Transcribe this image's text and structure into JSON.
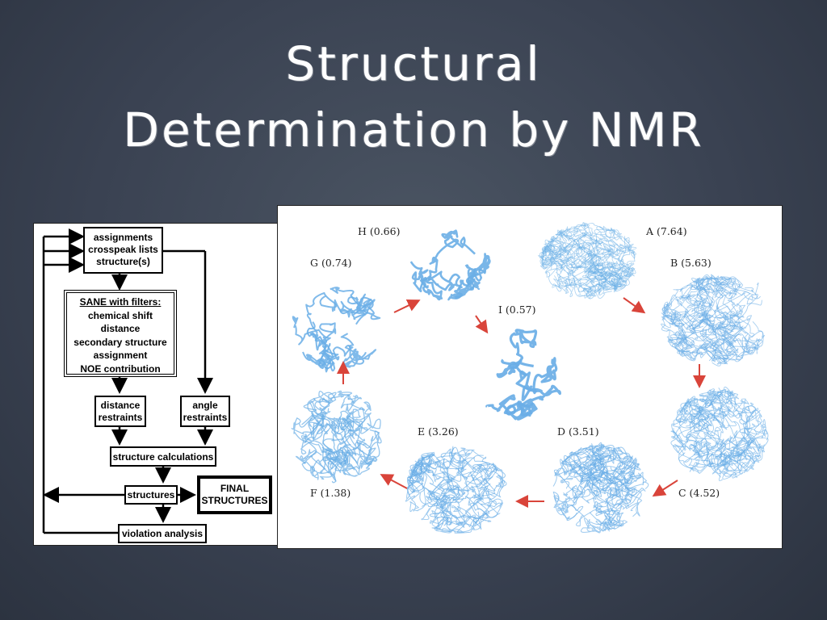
{
  "slide": {
    "title_line1": "Structural",
    "title_line2": "Determination by NMR"
  },
  "flowchart": {
    "input_box": [
      "assignments",
      "crosspeak lists",
      "structure(s)"
    ],
    "sane_box": {
      "heading": "SANE with filters:",
      "lines": [
        "chemical shift",
        "distance",
        "secondary structure",
        "assignment",
        "NOE contribution"
      ]
    },
    "distance_box": [
      "distance",
      "restraints"
    ],
    "angle_box": [
      "angle",
      "restraints"
    ],
    "structure_calc": "structure calculations",
    "structures": "structures",
    "final_box": [
      "FINAL",
      "STRUCTURES"
    ],
    "violation": "violation analysis"
  },
  "ensemble_figure": {
    "labels": [
      {
        "id": "A",
        "text": "A (7.64)"
      },
      {
        "id": "B",
        "text": "B (5.63)"
      },
      {
        "id": "C",
        "text": "C (4.52)"
      },
      {
        "id": "D",
        "text": "D (3.51)"
      },
      {
        "id": "E",
        "text": "E (3.26)"
      },
      {
        "id": "F",
        "text": "F (1.38)"
      },
      {
        "id": "G",
        "text": "G (0.74)"
      },
      {
        "id": "H",
        "text": "H (0.66)"
      },
      {
        "id": "I",
        "text": "I (0.57)"
      }
    ],
    "colors": {
      "ribbon": "#6aaee6",
      "arrow": "#d9443a"
    }
  }
}
